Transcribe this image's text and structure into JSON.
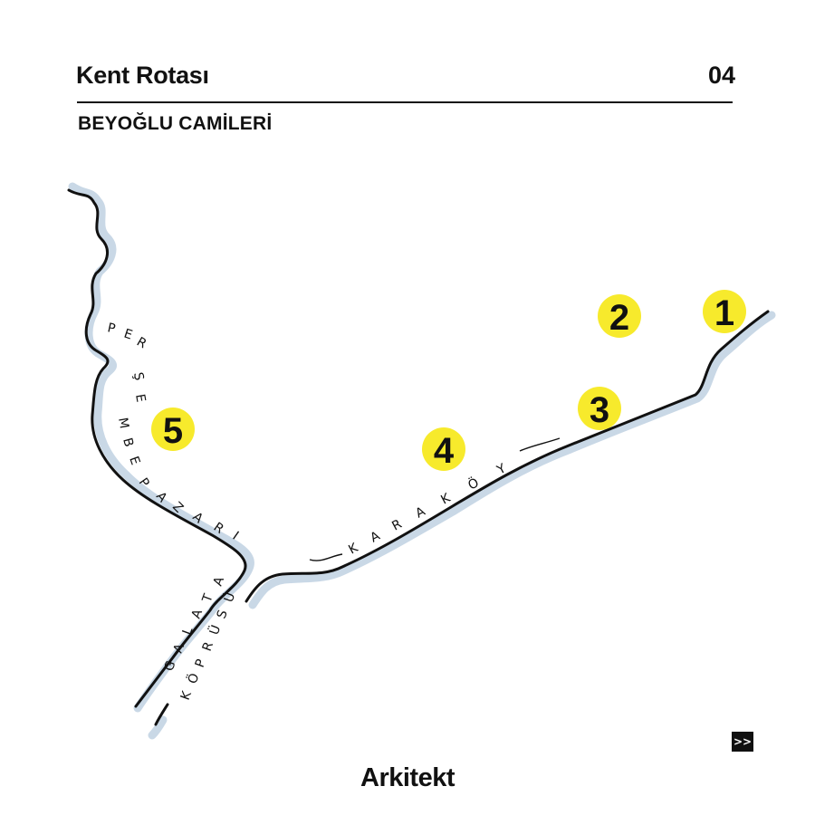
{
  "header": {
    "title": "Kent Rotası",
    "number": "04",
    "subtitle": "BEYOĞLU CAMİLERİ"
  },
  "map": {
    "street_labels": {
      "persembe": "P E R Ş E M B E   P A Z A R I",
      "karakoy": "K A R A K Ö Y",
      "bridge_line1": "G A L A T A",
      "bridge_line2": "K Ö P R Ü S Ü"
    },
    "markers": [
      {
        "label": "1"
      },
      {
        "label": "2"
      },
      {
        "label": "3"
      },
      {
        "label": "4"
      },
      {
        "label": "5"
      }
    ],
    "colors": {
      "marker_fill": "#f7ea2c",
      "shore_shadow": "#c9d8e6",
      "line": "#111111"
    }
  },
  "footer": {
    "next_icon": "double-chevron-right-icon",
    "next_label": ">>",
    "brand": "Arkitekt"
  }
}
